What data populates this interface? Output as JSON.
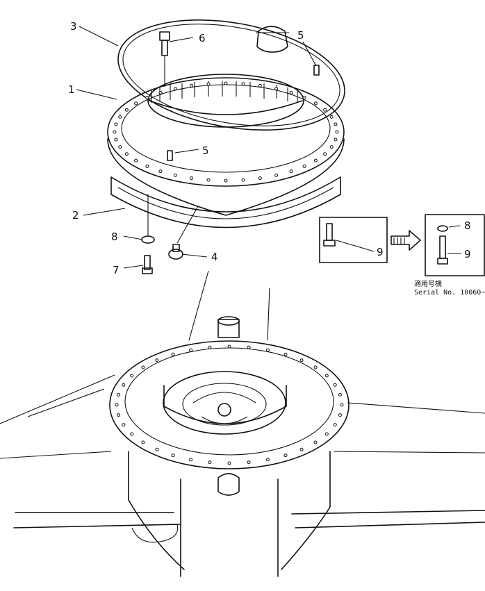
{
  "callouts": [
    {
      "id": "c1",
      "text": "1"
    },
    {
      "id": "c2",
      "text": "2"
    },
    {
      "id": "c3",
      "text": "3"
    },
    {
      "id": "c4",
      "text": "4"
    },
    {
      "id": "c5a",
      "text": "5"
    },
    {
      "id": "c5b",
      "text": "5"
    },
    {
      "id": "c6",
      "text": "6"
    },
    {
      "id": "c7",
      "text": "7"
    },
    {
      "id": "c8a",
      "text": "8"
    },
    {
      "id": "c8b",
      "text": "8"
    },
    {
      "id": "c9a",
      "text": "9"
    },
    {
      "id": "c9b",
      "text": "9"
    }
  ],
  "serial_note": {
    "jp": "適用号機",
    "en": "Serial No. 10060~"
  }
}
